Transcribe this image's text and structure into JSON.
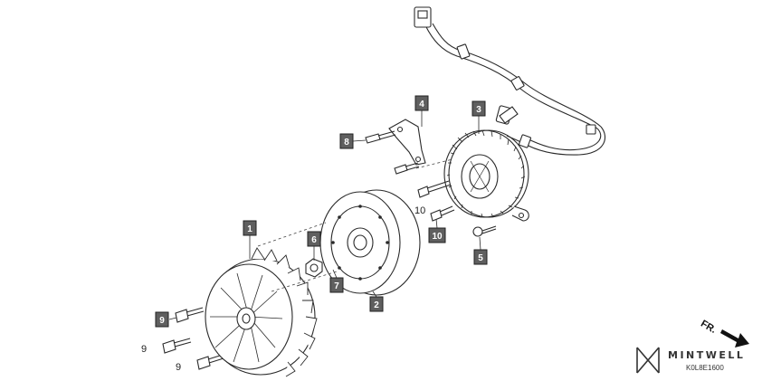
{
  "colors": {
    "line": "#2a2a2a",
    "callout_fill": "#5f5f5f",
    "callout_border": "#222222"
  },
  "callouts": [
    {
      "label": "4"
    },
    {
      "label": "3"
    },
    {
      "label": "8"
    },
    {
      "label": "10"
    },
    {
      "label": "5"
    },
    {
      "label": "6"
    },
    {
      "label": "7"
    },
    {
      "label": "2"
    },
    {
      "label": "1"
    },
    {
      "label": "9"
    }
  ],
  "plain_labels": [
    {
      "label": "10"
    },
    {
      "label": "9"
    },
    {
      "label": "9"
    }
  ],
  "branding": {
    "fr_mark": "FR.",
    "logo_text": "MINTWELL",
    "drawing_code": "K0L8E1600"
  }
}
